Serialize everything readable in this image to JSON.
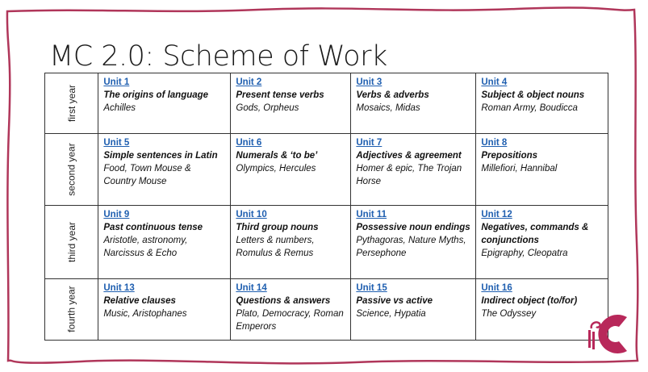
{
  "title": "MC 2.0: Scheme of Work",
  "colors": {
    "frame": "#b0365a",
    "link": "#1f5fb0",
    "logo": "#b8285a"
  },
  "rows": [
    {
      "year": "first year",
      "units": [
        {
          "unit": "Unit 1",
          "topic": "The origins of language",
          "theme": "Achilles"
        },
        {
          "unit": "Unit 2",
          "topic": "Present tense verbs",
          "theme": "Gods, Orpheus"
        },
        {
          "unit": "Unit 3",
          "topic": "Verbs & adverbs",
          "theme": "Mosaics, Midas"
        },
        {
          "unit": "Unit 4",
          "topic": "Subject  & object nouns",
          "theme": "Roman Army, Boudicca"
        }
      ]
    },
    {
      "year": "second year",
      "units": [
        {
          "unit": "Unit 5",
          "topic": "Simple sentences in Latin",
          "theme": "Food, Town Mouse & Country Mouse"
        },
        {
          "unit": "Unit 6",
          "topic": "Numerals & ‘to be’",
          "theme": "Olympics, Hercules"
        },
        {
          "unit": "Unit 7",
          "topic": "Adjectives & agreement",
          "theme": "Homer & epic, The Trojan Horse"
        },
        {
          "unit": "Unit 8",
          "topic": "Prepositions",
          "theme": "Millefiori, Hannibal"
        }
      ]
    },
    {
      "year": "third year",
      "units": [
        {
          "unit": "Unit 9",
          "topic": "Past continuous tense",
          "theme": "Aristotle, astronomy, Narcissus & Echo"
        },
        {
          "unit": "Unit 10",
          "topic": "Third group nouns",
          "theme": "Letters & numbers, Romulus & Remus"
        },
        {
          "unit": "Unit 11",
          "topic": "Possessive noun endings",
          "theme": "Pythagoras, Nature Myths, Persephone"
        },
        {
          "unit": "Unit 12",
          "topic": "Negatives, commands & conjunctions",
          "theme": "Epigraphy, Cleopatra"
        }
      ]
    },
    {
      "year": "fourth year",
      "units": [
        {
          "unit": "Unit 13",
          "topic": "Relative clauses",
          "theme": "Music, Aristophanes"
        },
        {
          "unit": "Unit 14",
          "topic": "Questions & answers",
          "theme": "Plato, Democracy, Roman Emperors"
        },
        {
          "unit": "Unit 15",
          "topic": "Passive vs active",
          "theme": "Science, Hypatia"
        },
        {
          "unit": "Unit 16",
          "topic": "Indirect object (to/for)",
          "theme": "The Odyssey"
        }
      ]
    }
  ]
}
